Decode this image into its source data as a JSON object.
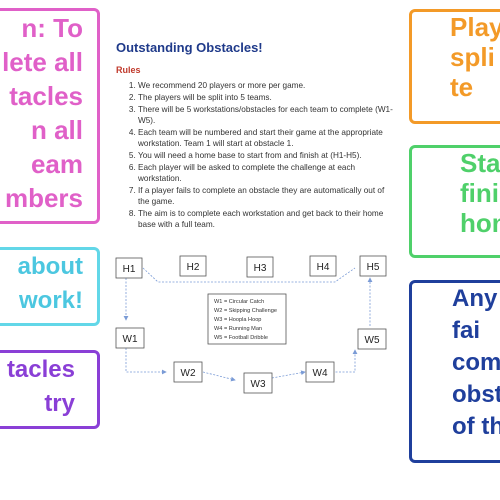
{
  "left_boxes": {
    "aim": [
      "n: To",
      "lete all",
      "tacles",
      "n all",
      "eam",
      "mbers"
    ],
    "teamwork": [
      "about",
      "work!"
    ],
    "obstacles": [
      "tacles",
      "try"
    ]
  },
  "right_boxes": {
    "split": [
      "Play",
      "spli",
      "te"
    ],
    "start": [
      "Sta",
      "finis",
      "hon"
    ],
    "any": [
      "Any",
      "fai",
      "com",
      "obsta",
      "of th"
    ]
  },
  "document": {
    "title": "Outstanding Obstacles!",
    "rules_heading": "Rules",
    "rules": [
      "We recommend 20 players or more per game.",
      "The players will be split into 5 teams.",
      "There will be 5 workstations/obstacles for each team to complete (W1-W5).",
      "Each team will be numbered and start their game at the appropriate workstation. Team 1 will start at obstacle 1.",
      "You will need a home base to start from and finish at (H1-H5).",
      "Each player will be asked to complete the challenge at each workstation.",
      "If a player fails to complete an obstacle they are automatically out of the game.",
      "The aim is to complete each workstation and get back to their home base with a full team."
    ]
  },
  "diagram": {
    "homes": [
      "H1",
      "H2",
      "H3",
      "H4",
      "H5"
    ],
    "workstations": [
      "W1",
      "W2",
      "W3",
      "W4",
      "W5"
    ],
    "legend": [
      "W1 = Circular Catch",
      "W2 = Skipping Challenge",
      "W3 = Hoopla Hoop",
      "W4 = Running Man",
      "W5 = Football Dribble"
    ]
  },
  "colors": {
    "pink": "#e060c8",
    "cyan": "#62d7e8",
    "purple": "#8a3fd6",
    "orange": "#f39a28",
    "green": "#4fd06a",
    "navy": "#1f3f9c",
    "title_blue": "#1f3a8a",
    "rules_red": "#c0392b",
    "arrow_blue": "#7a9bd6"
  }
}
